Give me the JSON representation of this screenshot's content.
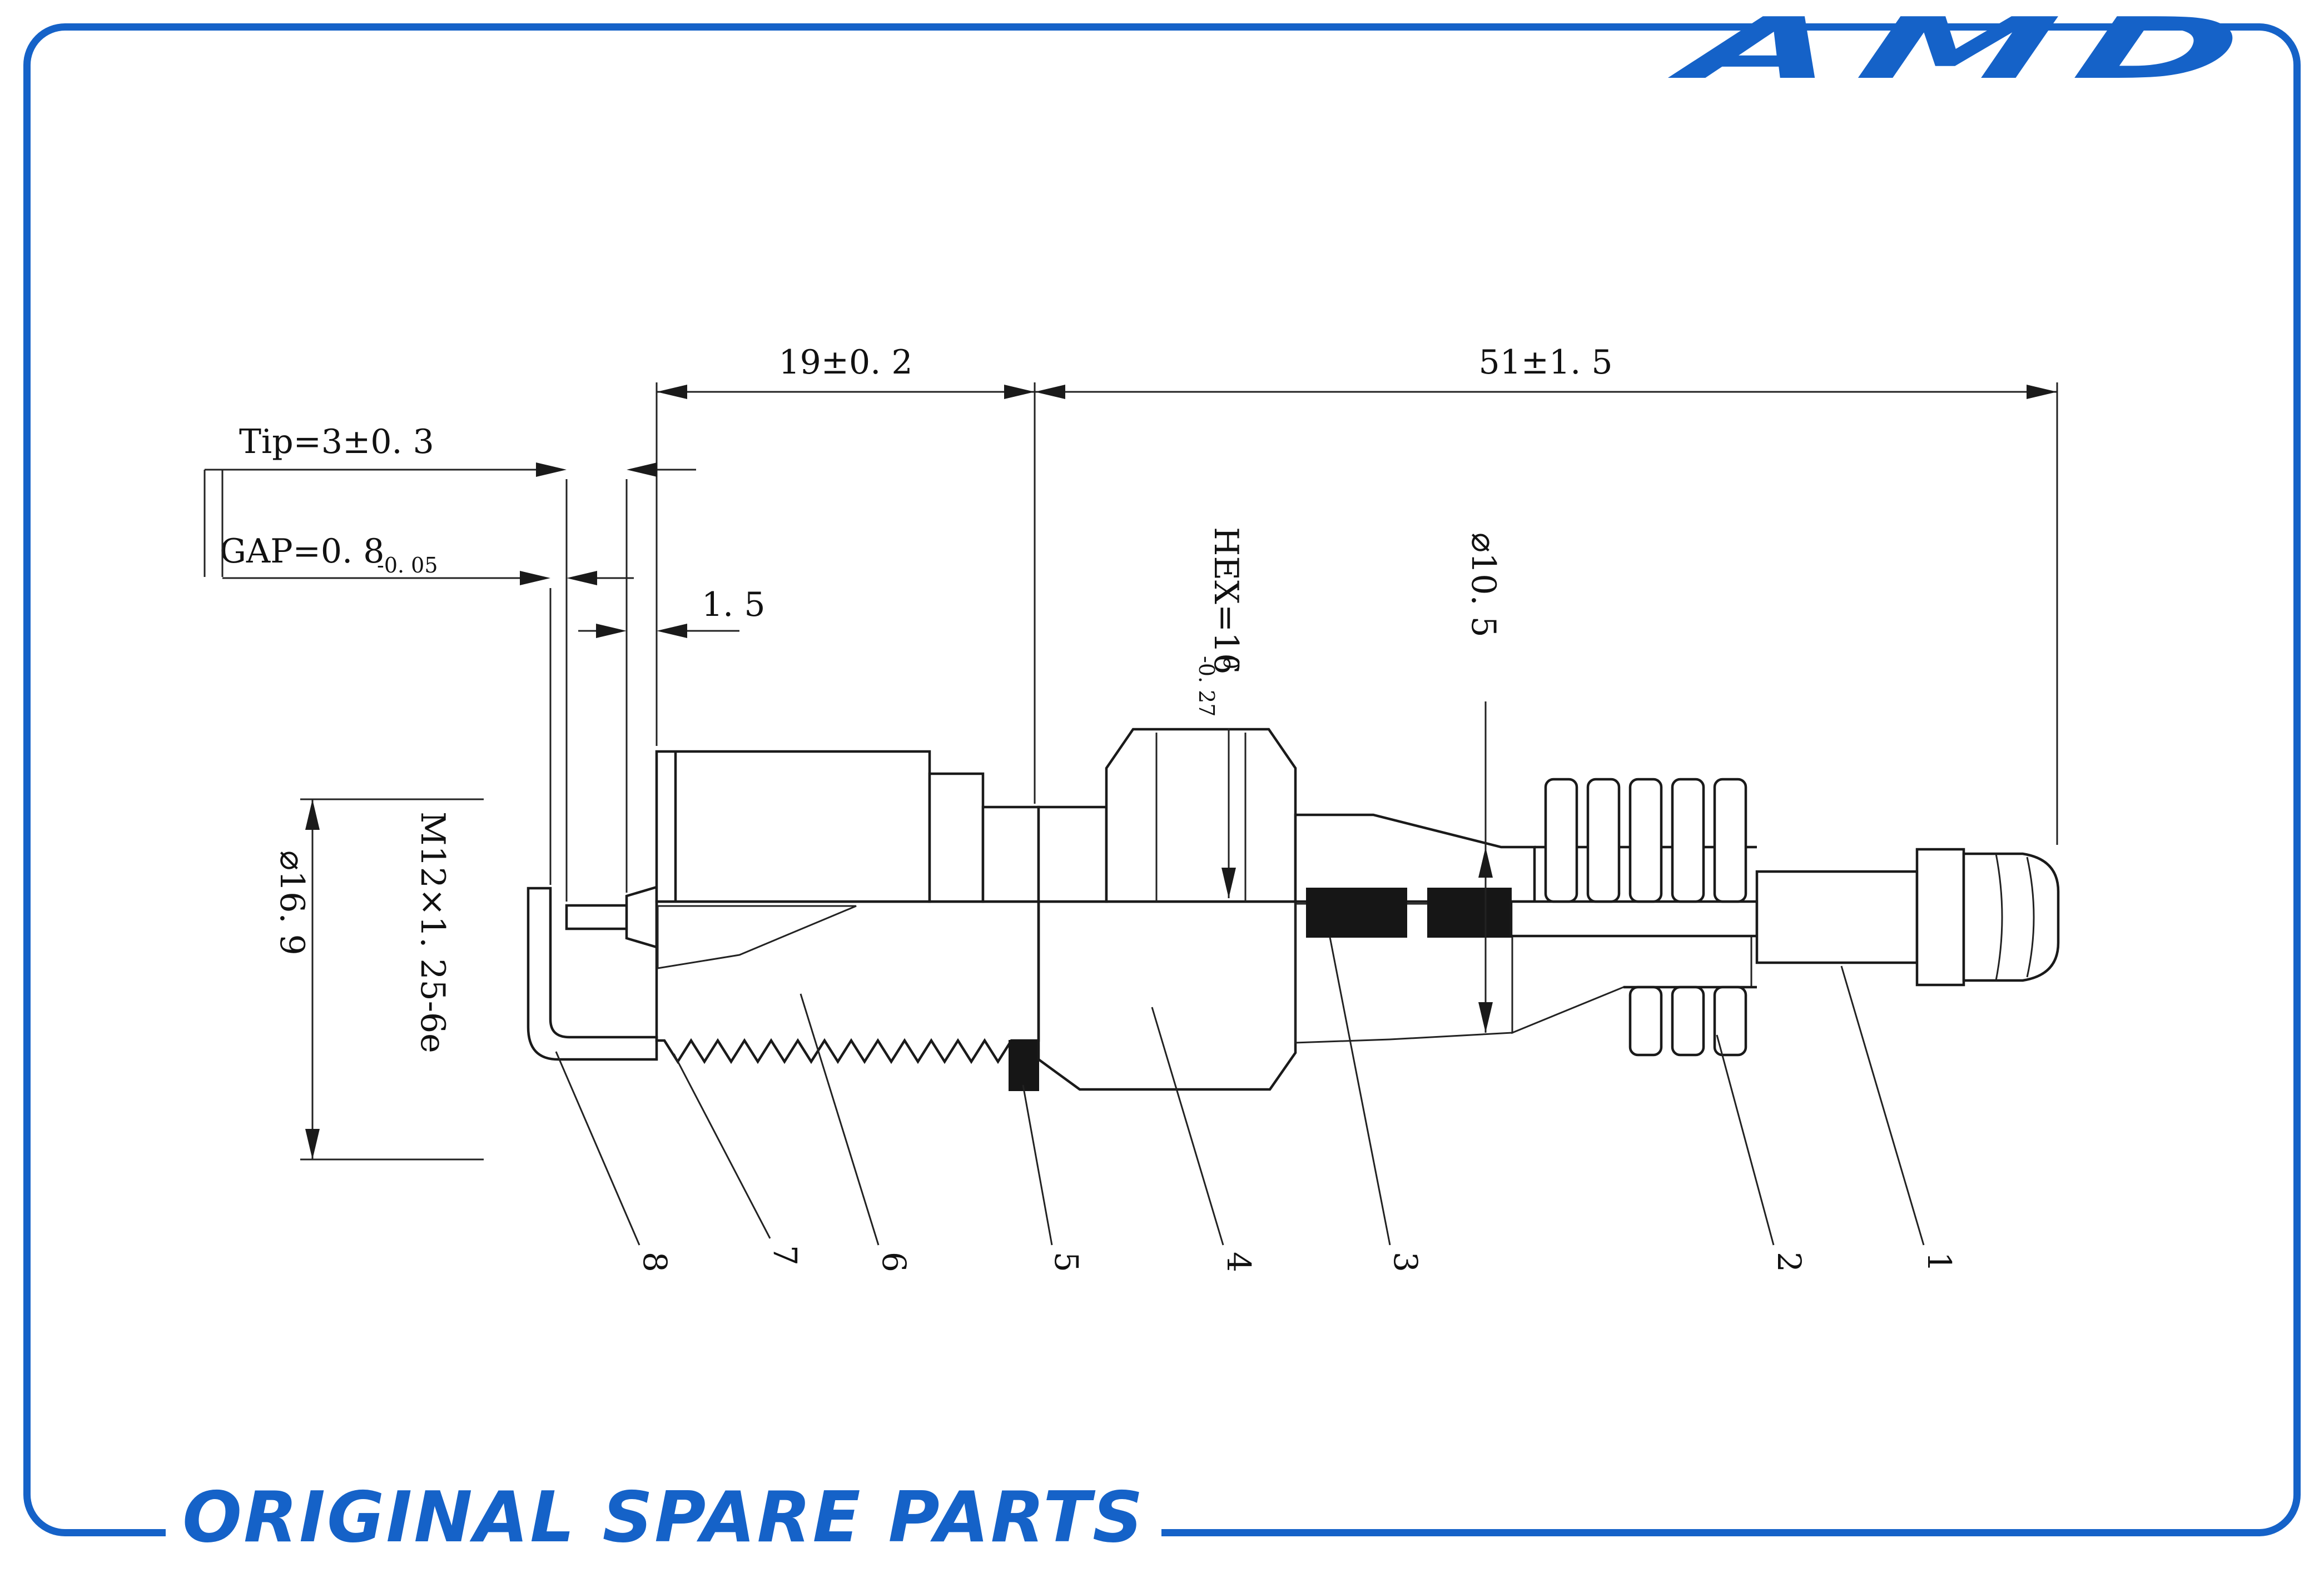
{
  "brand": {
    "logo": "AMD",
    "tagline": "ORIGINAL SPARE PARTS"
  },
  "colors": {
    "accent_blue": "#1562C8",
    "line_ink": "#1A1A1A"
  },
  "dimensions": {
    "thread_length": "19±0. 2",
    "insulator_length": "51±1. 5",
    "tip": "Tip=3±0. 3",
    "gap_main": "GAP=0. 8",
    "gap_tolerance": "-0. 05",
    "nose_projection": "1. 5",
    "hex_main": "HEX=16",
    "hex_upper_tol": "0",
    "hex_lower_tol": "-0. 27",
    "insulator_diameter": "⌀10. 5",
    "shell_diameter": "⌀16. 9",
    "thread_spec": "M12×1. 25-6e"
  },
  "part_numbers": [
    "8",
    "7",
    "6",
    "5",
    "4",
    "3",
    "2",
    "1"
  ]
}
